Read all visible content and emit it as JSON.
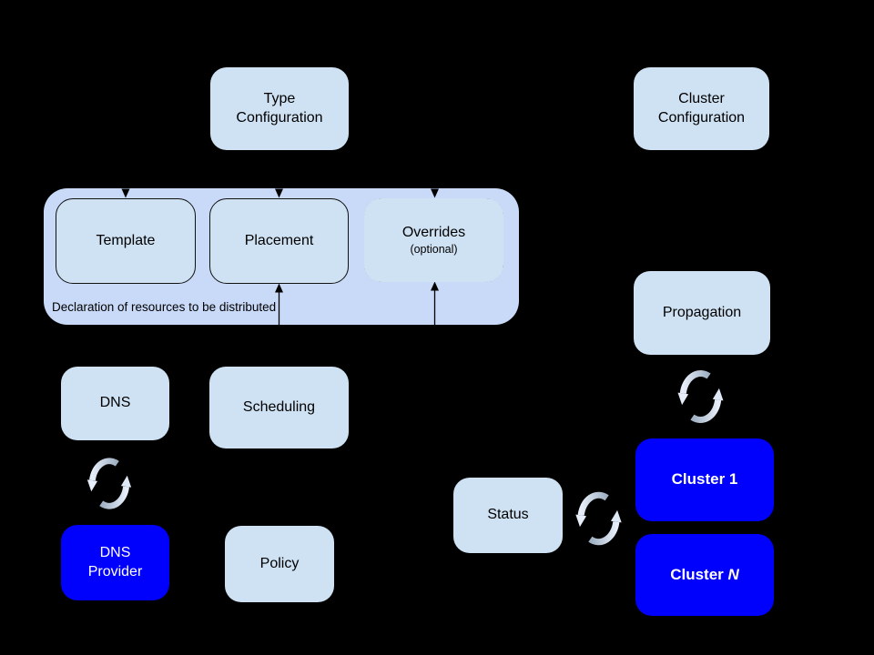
{
  "diagram": {
    "background": "#000000",
    "colors": {
      "node_fill": "#cfe2f3",
      "group_fill": "#c9daf8",
      "cluster_fill": "#0000fd",
      "node_text": "#000000",
      "cluster_text": "#ffffff",
      "connector": "#000000",
      "sync_arrow_light": "#e7eef9",
      "sync_arrow_dark": "#9dafc2"
    },
    "nodes": {
      "type_configuration": {
        "label": "Type\nConfiguration"
      },
      "cluster_configuration": {
        "label": "Cluster\nConfiguration"
      },
      "template": {
        "label": "Template"
      },
      "placement": {
        "label": "Placement"
      },
      "overrides": {
        "label": "Overrides",
        "sublabel": "(optional)"
      },
      "dns": {
        "label": "DNS"
      },
      "scheduling": {
        "label": "Scheduling"
      },
      "dns_provider": {
        "label": "DNS\nProvider"
      },
      "policy": {
        "label": "Policy"
      },
      "propagation": {
        "label": "Propagation"
      },
      "cluster_1": {
        "label_prefix": "Cluster ",
        "label_suffix": "1"
      },
      "cluster_n": {
        "label_prefix": "Cluster ",
        "label_suffix": "N"
      },
      "status": {
        "label": "Status"
      }
    },
    "group_caption": "Declaration of resources to be distributed",
    "edges": [
      {
        "from": "type_configuration",
        "to": "template",
        "style": "dashed-arrow"
      },
      {
        "from": "type_configuration",
        "to": "placement",
        "style": "dashed-arrow"
      },
      {
        "from": "type_configuration",
        "to": "overrides",
        "style": "dashed-arrow"
      },
      {
        "from": "scheduling",
        "to": "placement",
        "style": "solid-arrow"
      },
      {
        "from": "below",
        "to": "overrides",
        "style": "solid-arrow"
      },
      {
        "from": "dns",
        "to": "dns_provider",
        "style": "sync"
      },
      {
        "from": "propagation",
        "to": "cluster_1",
        "style": "sync"
      },
      {
        "from": "status",
        "to": "cluster_1",
        "style": "sync"
      }
    ],
    "icons": {
      "sync": "circular-refresh-arrows"
    }
  }
}
